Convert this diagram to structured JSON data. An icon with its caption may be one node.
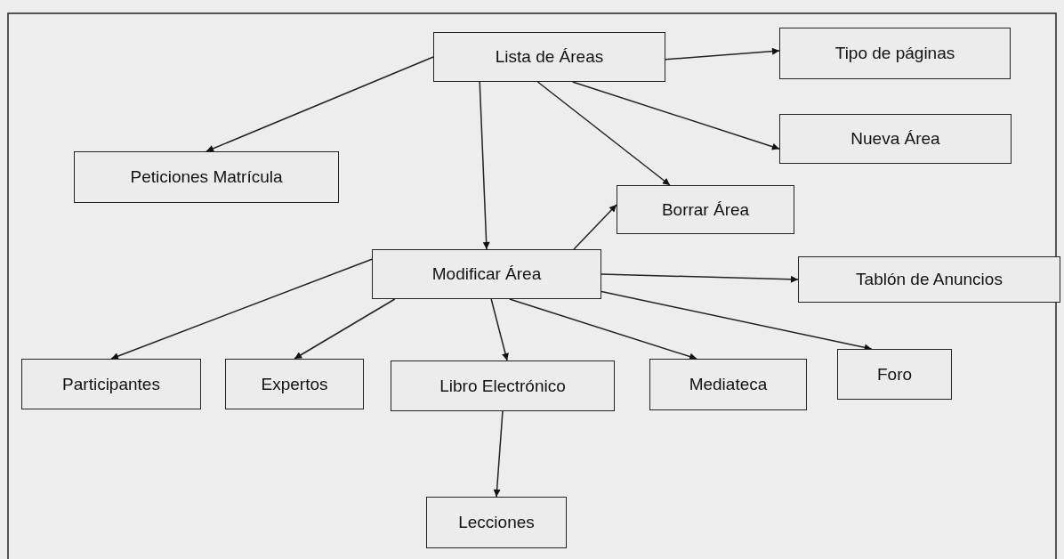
{
  "diagram": {
    "nodes": [
      {
        "text": [
          "Lista de Áreas"
        ]
      },
      {
        "text": [
          "Tipo de páginas"
        ]
      },
      {
        "text": [
          "Nueva Área"
        ]
      },
      {
        "text": [
          "Peticiones Matrícula"
        ]
      },
      {
        "text": [
          "Borrar Área"
        ]
      },
      {
        "text": [
          "Modificar Área"
        ]
      },
      {
        "text": [
          "Tablón de Anuncios"
        ]
      },
      {
        "text": [
          "Participantes"
        ]
      },
      {
        "text": [
          "Expertos"
        ]
      },
      {
        "text": [
          "Libro Electrónico"
        ]
      },
      {
        "text": [
          "Mediateca"
        ]
      },
      {
        "text": [
          "Foro"
        ]
      },
      {
        "text": [
          "Lecciones"
        ]
      }
    ],
    "edges": [
      {
        "from": 0,
        "to": 1,
        "arrow": "to"
      },
      {
        "from": 0,
        "to": 2,
        "arrow": "to"
      },
      {
        "from": 0,
        "to": 4,
        "arrow": "to"
      },
      {
        "from": 0,
        "to": 3,
        "arrow": "to"
      },
      {
        "from": 0,
        "to": 5,
        "arrow": "to"
      },
      {
        "from": 5,
        "to": 4,
        "arrow": "to"
      },
      {
        "from": 5,
        "to": 6,
        "arrow": "to"
      },
      {
        "from": 5,
        "to": 7,
        "arrow": "to"
      },
      {
        "from": 5,
        "to": 8,
        "arrow": "to"
      },
      {
        "from": 5,
        "to": 9,
        "arrow": "to"
      },
      {
        "from": 5,
        "to": 10,
        "arrow": "to"
      },
      {
        "from": 5,
        "to": 11,
        "arrow": "to"
      },
      {
        "from": 9,
        "to": 12,
        "arrow": "to"
      }
    ]
  }
}
